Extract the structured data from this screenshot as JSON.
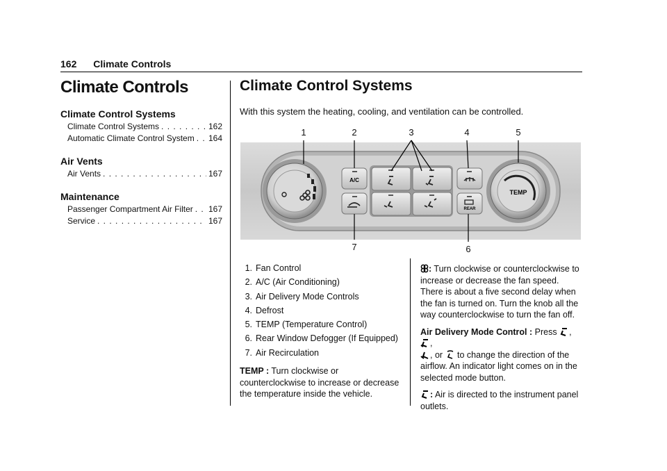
{
  "header": {
    "page_number": "162",
    "section": "Climate Controls"
  },
  "toc": {
    "title": "Climate Controls",
    "sections": [
      {
        "heading": "Climate Control Systems",
        "entries": [
          {
            "title": "Climate Control Systems",
            "page": "162"
          },
          {
            "title": "Automatic Climate Control System",
            "page": "164"
          }
        ]
      },
      {
        "heading": "Air Vents",
        "entries": [
          {
            "title": "Air Vents",
            "page": "167"
          }
        ]
      },
      {
        "heading": "Maintenance",
        "entries": [
          {
            "title": "Passenger Compartment Air Filter",
            "page": "167"
          },
          {
            "title": "Service",
            "page": "167"
          }
        ]
      }
    ]
  },
  "main": {
    "title": "Climate Control Systems",
    "intro": "With this system the heating, cooling, and ventilation can be controlled."
  },
  "figure": {
    "callouts": [
      "1",
      "2",
      "3",
      "4",
      "5",
      "6",
      "7"
    ],
    "ac_label": "A/C",
    "rear_label": "REAR",
    "temp_label": "TEMP"
  },
  "legend": {
    "items": [
      {
        "num": "1.",
        "text": "Fan Control"
      },
      {
        "num": "2.",
        "text": "A/C (Air Conditioning)"
      },
      {
        "num": "3.",
        "text": "Air Delivery Mode Controls"
      },
      {
        "num": "4.",
        "text": "Defrost"
      },
      {
        "num": "5.",
        "text": "TEMP (Temperature Control)"
      },
      {
        "num": "6.",
        "text": "Rear Window Defogger (If Equipped)"
      },
      {
        "num": "7.",
        "text": "Air Recirculation"
      }
    ],
    "temp_label": "TEMP :",
    "temp_text": "Turn clockwise or counterclockwise to increase or decrease the temperature inside the vehicle."
  },
  "right": {
    "fan_label": ":",
    "fan_text": "Turn clockwise or counterclockwise to increase or decrease the fan speed. There is about a five second delay when the fan is turned on. Turn the knob all the way counterclockwise to turn the fan off.",
    "mode_label": "Air Delivery Mode Control :",
    "mode_press": "Press",
    "mode_sep1": ",",
    "mode_sep2": ",",
    "mode_or": ", or",
    "mode_text": "to change the direction of the airflow. An indicator light comes on in the selected mode button.",
    "vent_label": ":",
    "vent_text": "Air is directed to the instrument panel outlets."
  },
  "icons": [
    "fan-icon",
    "vent-mode-icon",
    "bi-level-mode-icon",
    "floor-mode-icon",
    "defrost-floor-mode-icon",
    "defrost-icon",
    "rear-defog-icon",
    "recirculation-icon"
  ]
}
